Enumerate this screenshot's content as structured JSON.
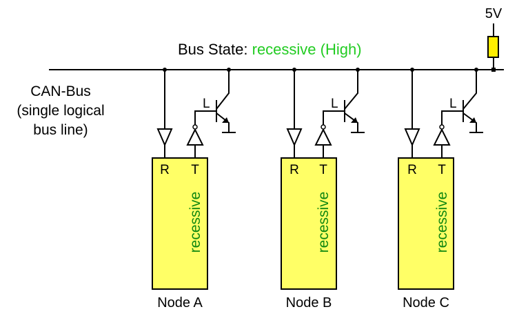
{
  "title": {
    "prefix": "Bus State: ",
    "state": "recessive (High)"
  },
  "bus_label": {
    "lines": [
      "CAN-Bus",
      "(single logical",
      "bus line)"
    ]
  },
  "supply": {
    "label": "5V"
  },
  "nodes": [
    {
      "name": "Node A",
      "rx_label": "R",
      "tx_label": "T",
      "tx_state": "recessive",
      "transistor_label": "L"
    },
    {
      "name": "Node B",
      "rx_label": "R",
      "tx_label": "T",
      "tx_state": "recessive",
      "transistor_label": "L"
    },
    {
      "name": "Node C",
      "rx_label": "R",
      "tx_label": "T",
      "tx_state": "recessive",
      "transistor_label": "L"
    }
  ],
  "colors": {
    "line": "#000000",
    "state_green": "#22cc22",
    "node_state_green": "#118811",
    "node_fill": "#ffff66",
    "resistor_fill": "#ffee00"
  }
}
